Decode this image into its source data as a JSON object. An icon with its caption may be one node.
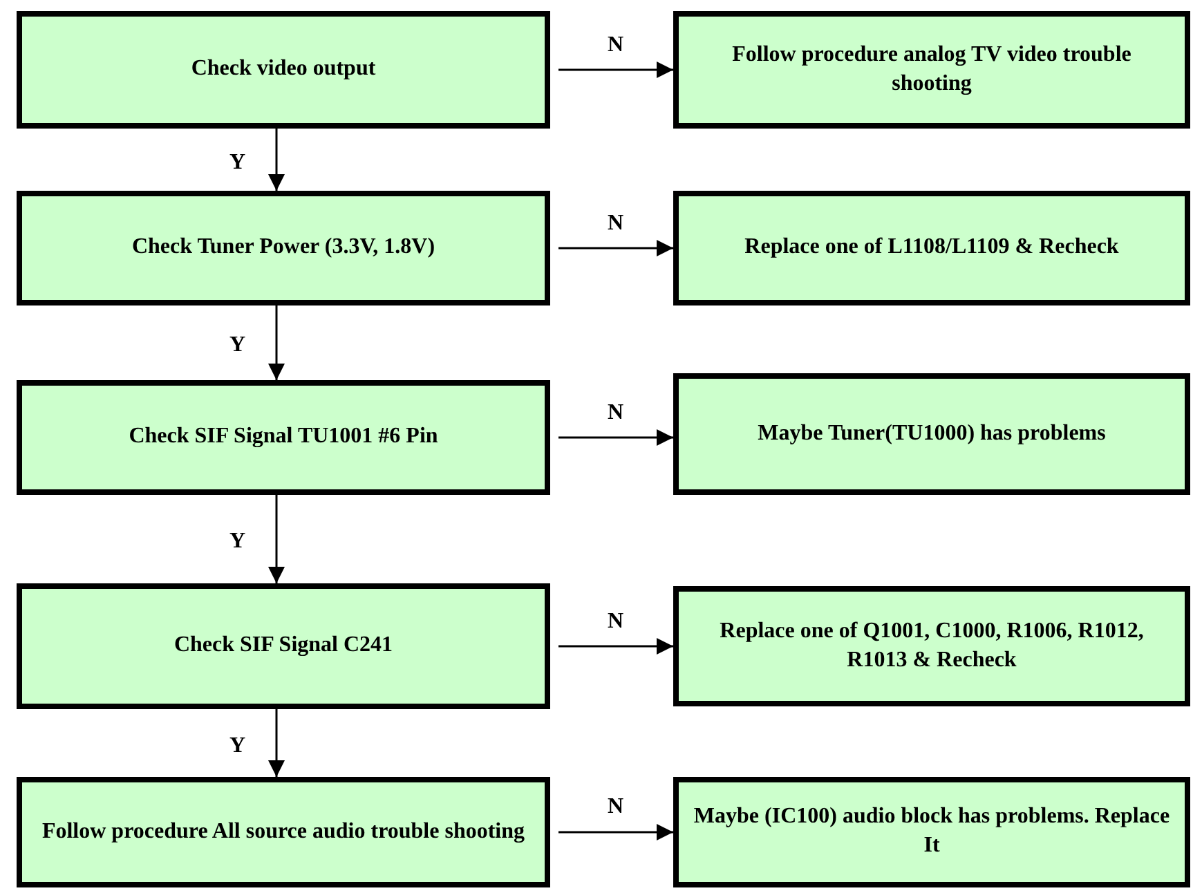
{
  "diagram": {
    "nodes": [
      {
        "text": [
          "Check video output"
        ]
      },
      {
        "text": [
          "Follow procedure analog TV video trouble shooting"
        ]
      },
      {
        "text": [
          "Check Tuner Power (3.3V, 1.8V)"
        ]
      },
      {
        "text": [
          "Replace one of L1108/L1109 & Recheck"
        ]
      },
      {
        "text": [
          "Check SIF Signal TU1001 #6 Pin"
        ]
      },
      {
        "text": [
          "Maybe Tuner(TU1000) has problems"
        ]
      },
      {
        "text": [
          "Check SIF Signal C241"
        ]
      },
      {
        "text": [
          "Replace one of Q1001, C1000, R1006, R1012, R1013 & Recheck"
        ]
      },
      {
        "text": [
          "Follow procedure All source audio trouble shooting"
        ]
      },
      {
        "text": [
          "Maybe (IC100) audio block has problems. Replace It"
        ]
      }
    ],
    "edges": [
      {
        "from": 0,
        "to": 1,
        "arrow": "to",
        "label": "N"
      },
      {
        "from": 0,
        "to": 2,
        "arrow": "to",
        "label": "Y"
      },
      {
        "from": 2,
        "to": 3,
        "arrow": "to",
        "label": "N"
      },
      {
        "from": 2,
        "to": 4,
        "arrow": "to",
        "label": "Y"
      },
      {
        "from": 4,
        "to": 5,
        "arrow": "to",
        "label": "N"
      },
      {
        "from": 4,
        "to": 6,
        "arrow": "to",
        "label": "Y"
      },
      {
        "from": 6,
        "to": 7,
        "arrow": "to",
        "label": "N"
      },
      {
        "from": 6,
        "to": 8,
        "arrow": "to",
        "label": "Y"
      },
      {
        "from": 8,
        "to": 9,
        "arrow": "to",
        "label": "N"
      }
    ]
  }
}
